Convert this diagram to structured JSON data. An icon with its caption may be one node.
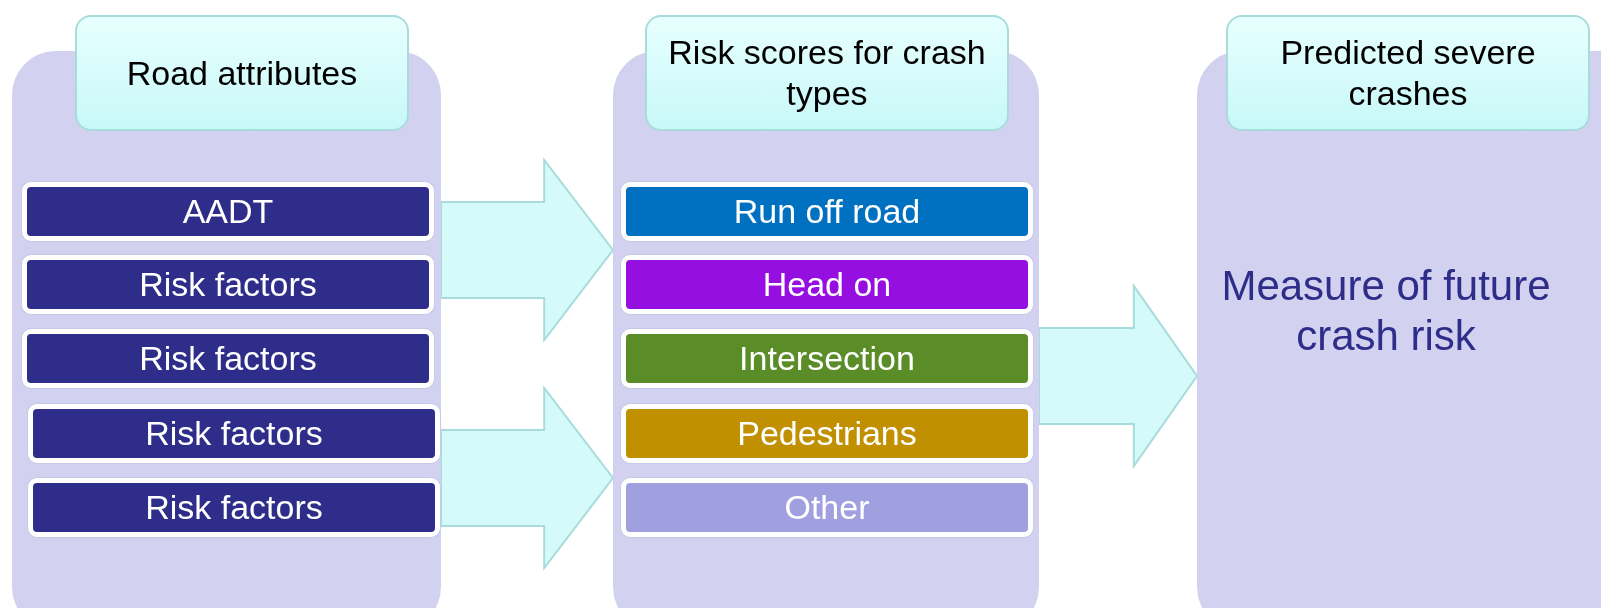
{
  "diagram": {
    "nodes": [
      {
        "text": [
          "Road attributes"
        ]
      },
      {
        "text": [
          "AADT"
        ],
        "in": 0
      },
      {
        "text": [
          "Risk factors"
        ],
        "in": 0
      },
      {
        "text": [
          "Risk factors"
        ],
        "in": 0
      },
      {
        "text": [
          "Risk factors"
        ],
        "in": 0
      },
      {
        "text": [
          "Risk factors"
        ],
        "in": 0
      },
      {
        "text": [
          "Risk scores for crash types"
        ]
      },
      {
        "text": [
          "Run off road"
        ],
        "in": 6
      },
      {
        "text": [
          "Head on"
        ],
        "in": 6
      },
      {
        "text": [
          "Intersection"
        ],
        "in": 6
      },
      {
        "text": [
          "Pedestrians"
        ],
        "in": 6
      },
      {
        "text": [
          "Other"
        ],
        "in": 6
      },
      {
        "text": [
          "Predicted severe crashes",
          "Measure of future crash risk"
        ]
      }
    ],
    "edges": [
      {
        "from": 0,
        "to": 6,
        "arrow": "to"
      },
      {
        "from": 0,
        "to": 6,
        "arrow": "to"
      },
      {
        "from": 6,
        "to": 12,
        "arrow": "to"
      }
    ]
  }
}
